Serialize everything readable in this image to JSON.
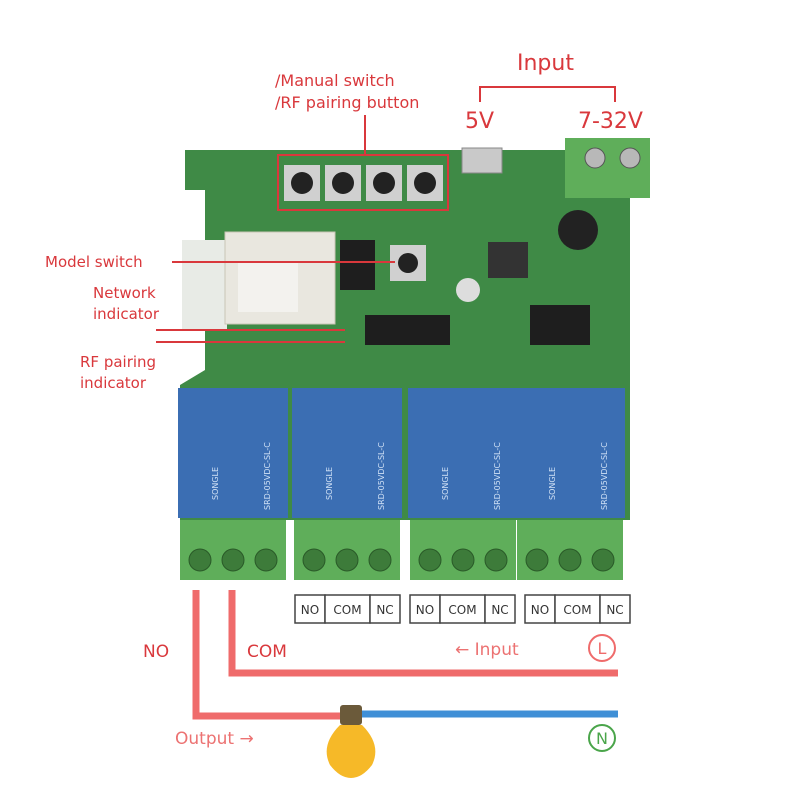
{
  "labels": {
    "manual_switch": "/Manual switch",
    "rf_pairing_button": "/RF pairing button",
    "input_title": "Input",
    "v5": "5V",
    "v7_32": "7-32V",
    "model_switch": "Model switch",
    "network_indicator_1": "Network",
    "network_indicator_2": "indicator",
    "rf_indicator_1": "RF pairing",
    "rf_indicator_2": "indicator",
    "no": "NO",
    "com": "COM",
    "input_arrow": "← Input",
    "output_arrow": "Output →",
    "live": "L",
    "neutral": "N"
  },
  "relays": [
    {
      "brand": "SONGLE",
      "model": "SRD-05VDC-SL-C"
    },
    {
      "brand": "SONGLE",
      "model": "SRD-05VDC-SL-C"
    },
    {
      "brand": "SONGLE",
      "model": "SRD-05VDC-SL-C"
    },
    {
      "brand": "SONGLE",
      "model": "SRD-05VDC-SL-C"
    }
  ],
  "terminal_labels": [
    [
      "NO",
      "COM",
      "NC"
    ],
    [
      "NO",
      "COM",
      "NC"
    ],
    [
      "NO",
      "COM",
      "NC"
    ]
  ],
  "colors": {
    "label_red": "#d9383c",
    "live_wire": "#ef6b6b",
    "neutral_wire": "#3f8fd6",
    "board_green": "#3f8a46",
    "relay_blue": "#3b6eb3",
    "terminal_green": "#5fae5a"
  }
}
